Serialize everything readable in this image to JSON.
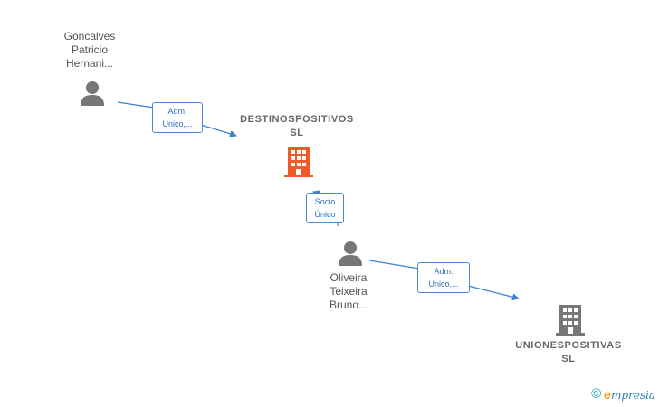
{
  "nodes": {
    "person1": {
      "name_lines": [
        "Goncalves",
        "Patricio",
        "Hernani..."
      ],
      "icon": "person-icon"
    },
    "company1": {
      "name_lines": [
        "DESTINOSPOSITIVOS",
        "SL"
      ],
      "icon": "building-icon",
      "color": "#f05a28"
    },
    "person2": {
      "name_lines": [
        "Oliveira",
        "Teixeira",
        "Bruno..."
      ],
      "icon": "person-icon"
    },
    "company2": {
      "name_lines": [
        "UNIONESPOSITIVAS",
        "SL"
      ],
      "icon": "building-icon",
      "color": "#777777"
    }
  },
  "edges": {
    "edge1": {
      "label_lines": [
        "Adm.",
        "Unico,..."
      ]
    },
    "edge2": {
      "label_lines": [
        "Socio",
        "Único"
      ]
    },
    "edge3": {
      "label_lines": [
        "Adm.",
        "Unico,..."
      ]
    }
  },
  "colors": {
    "edge": "#3c82d0",
    "person_icon": "#777777"
  },
  "footer": {
    "copyright_symbol": "©",
    "brand_initial": "e",
    "brand_rest": "mpresia"
  }
}
